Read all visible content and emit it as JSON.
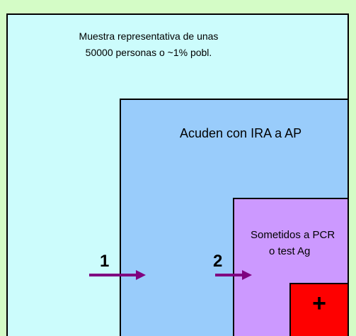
{
  "regions": {
    "outer": {
      "line1": "Muestra representativa de unas",
      "line2": "50000 personas o ~1% pobl.",
      "color": "#ccfcfc"
    },
    "ira": {
      "label": "Acuden con IRA a AP",
      "color": "#99ccfb"
    },
    "pcr": {
      "line1": "Sometidos a PCR",
      "line2": "o test Ag",
      "color": "#cc99ff"
    },
    "positive": {
      "symbol": "+",
      "color": "#fe0000"
    }
  },
  "steps": {
    "step1": {
      "label": "1",
      "arrow_color": "#800080"
    },
    "step2": {
      "label": "2",
      "arrow_color": "#800080"
    }
  },
  "page": {
    "background": "#d4fcc6"
  }
}
